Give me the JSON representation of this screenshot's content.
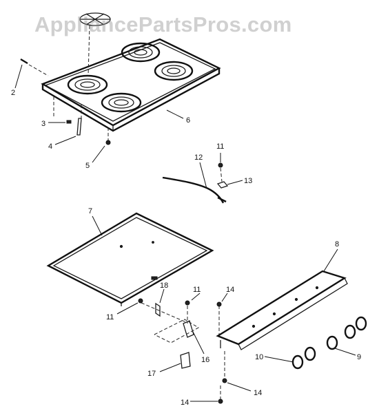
{
  "watermark": "AppliancePartsPros.com",
  "callouts": {
    "c1": "2",
    "c2": "3",
    "c3": "4",
    "c4": "5",
    "c5": "6",
    "c6": "11",
    "c7": "12",
    "c8": "13",
    "c9": "7",
    "c10": "8",
    "c11": "18",
    "c12": "11",
    "c13": "14",
    "c14": "11",
    "c15": "16",
    "c16": "17",
    "c17": "10",
    "c18": "9",
    "c19": "14",
    "c20": "14"
  }
}
